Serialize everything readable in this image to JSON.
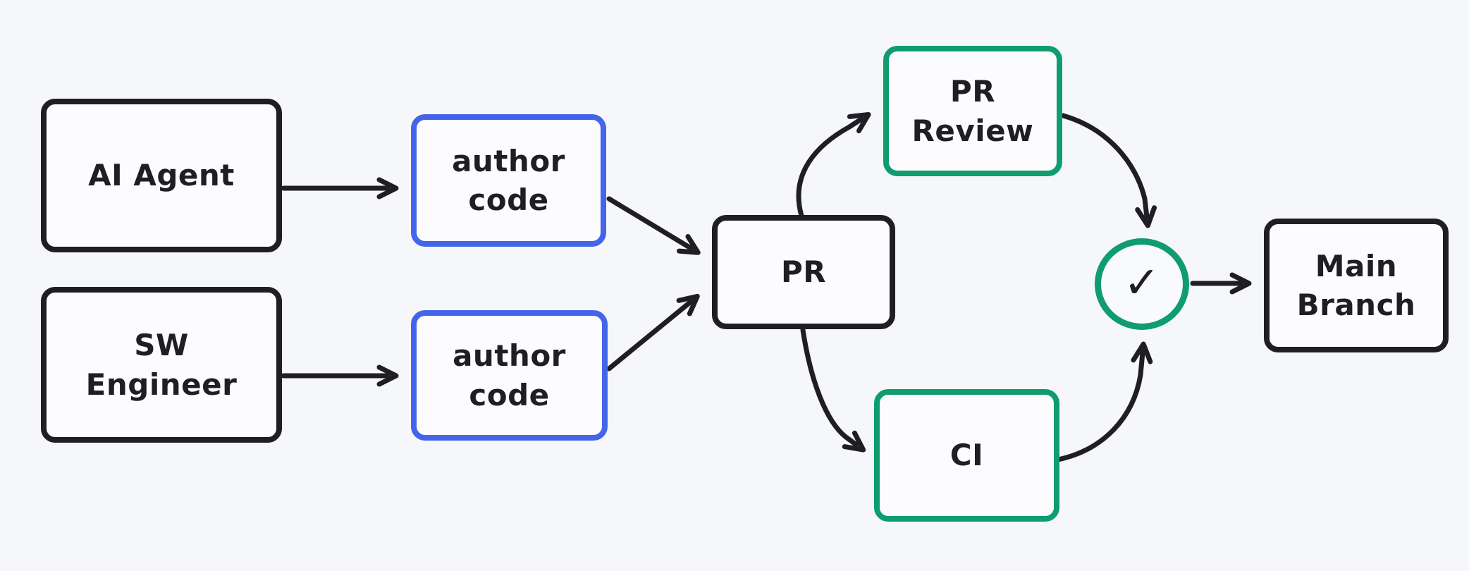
{
  "diagram": {
    "background_color": "#f6f7fb",
    "node_fill_color": "#fcfcfe",
    "colors": {
      "stroke_black": "#1e1e24",
      "stroke_blue": "#4465e9",
      "stroke_green": "#0f9d6e",
      "arrow": "#1e1e24"
    },
    "nodes": {
      "ai_agent": {
        "label": "AI Agent",
        "stroke": "#1e1e24"
      },
      "sw_engineer": {
        "label": "SW\nEngineer",
        "stroke": "#1e1e24"
      },
      "author_code_top": {
        "label": "author\ncode",
        "stroke": "#4465e9"
      },
      "author_code_bottom": {
        "label": "author\ncode",
        "stroke": "#4465e9"
      },
      "pr": {
        "label": "PR",
        "stroke": "#1e1e24"
      },
      "pr_review": {
        "label": "PR\nReview",
        "stroke": "#0f9d6e"
      },
      "ci": {
        "label": "CI",
        "stroke": "#0f9d6e"
      },
      "approval_check": {
        "label": "✓",
        "stroke": "#0f9d6e"
      },
      "main_branch": {
        "label": "Main\nBranch",
        "stroke": "#1e1e24"
      }
    },
    "edges": [
      {
        "from": "AI Agent",
        "to": "author code (top)"
      },
      {
        "from": "SW Engineer",
        "to": "author code (bottom)"
      },
      {
        "from": "author code (top)",
        "to": "PR"
      },
      {
        "from": "author code (bottom)",
        "to": "PR"
      },
      {
        "from": "PR",
        "to": "PR Review"
      },
      {
        "from": "PR",
        "to": "CI"
      },
      {
        "from": "PR Review",
        "to": "approval check"
      },
      {
        "from": "CI",
        "to": "approval check"
      },
      {
        "from": "approval check",
        "to": "Main Branch"
      }
    ]
  }
}
